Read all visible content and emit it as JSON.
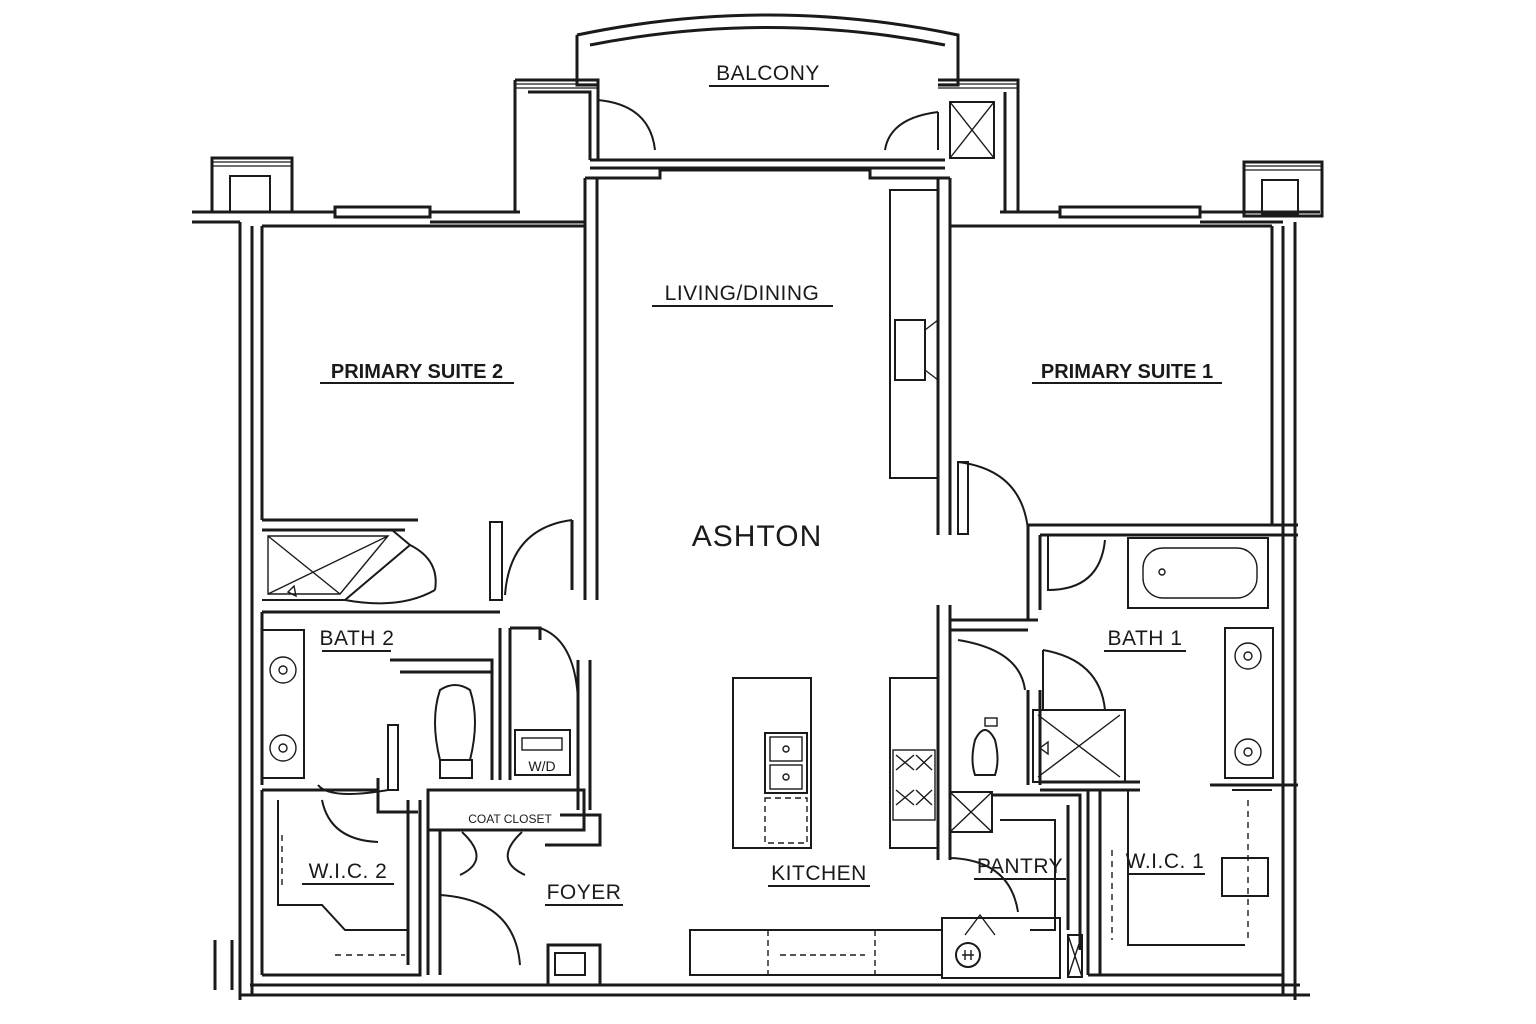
{
  "plan": {
    "name": "ASHTON",
    "rooms": {
      "balcony": "BALCONY",
      "living_dining": "LIVING/DINING",
      "primary_suite_2": "PRIMARY SUITE 2",
      "primary_suite_1": "PRIMARY SUITE 1",
      "bath_2": "BATH 2",
      "bath_1": "BATH 1",
      "wic_2": "W.I.C. 2",
      "wic_1": "W.I.C. 1",
      "coat_closet": "COAT CLOSET",
      "foyer": "FOYER",
      "kitchen": "KITCHEN",
      "pantry": "PANTRY"
    },
    "fixtures": {
      "washer_dryer": "W/D"
    }
  }
}
